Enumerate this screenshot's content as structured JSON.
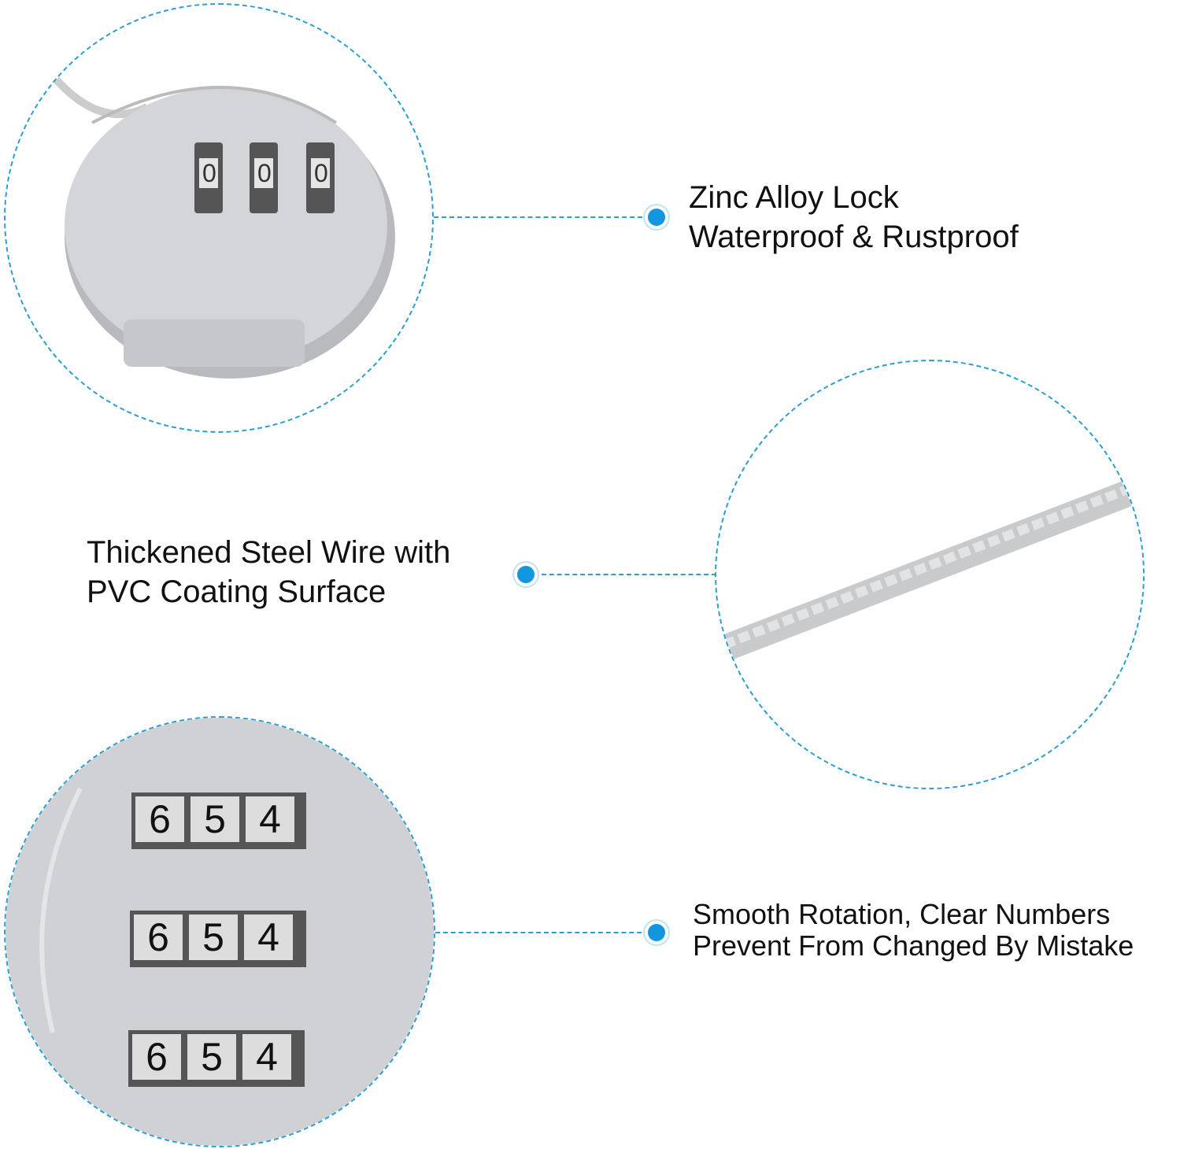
{
  "features": [
    {
      "lines": [
        "Zinc Alloy Lock",
        "Waterproof & Rustproof"
      ],
      "image": "round-combination-lock"
    },
    {
      "lines": [
        "Thickened Steel Wire with",
        "PVC Coating Surface"
      ],
      "image": "steel-wire-cable"
    },
    {
      "lines": [
        "Smooth Rotation, Clear Numbers",
        "Prevent From Changed By Mistake"
      ],
      "image": "combination-dials-closeup"
    }
  ],
  "lock_dials_top": [
    "0",
    "0",
    "0"
  ],
  "dial_closeup_digits": [
    "6",
    "5",
    "4"
  ],
  "colors": {
    "accent": "#1296e0",
    "dashed": "#2a9fd0",
    "metal": "#c8c9cc"
  }
}
